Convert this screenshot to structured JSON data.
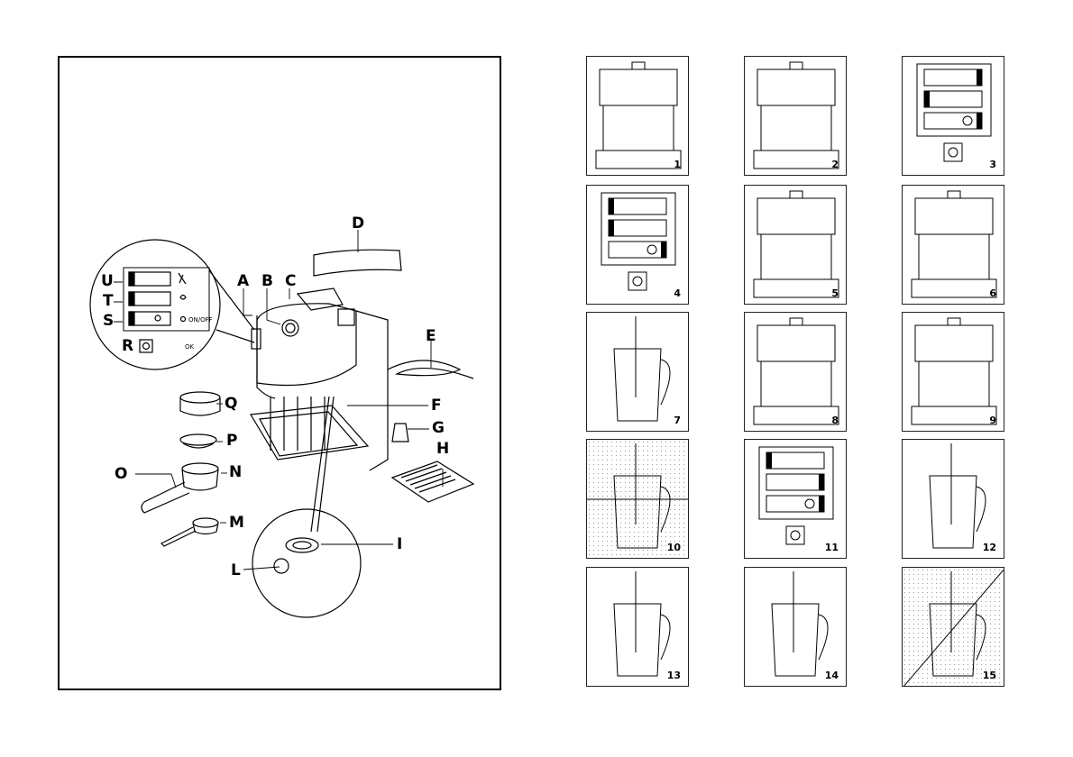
{
  "overview": {
    "part_labels": [
      "A",
      "B",
      "C",
      "D",
      "E",
      "F",
      "G",
      "H",
      "I",
      "L",
      "M",
      "N",
      "O",
      "P",
      "Q",
      "R",
      "S",
      "T",
      "U"
    ],
    "control_panel": {
      "labels": {
        "U": "U",
        "T": "T",
        "S": "S",
        "R": "R"
      },
      "captions": {
        "on_off": "ON/OFF",
        "ok": "OK"
      },
      "icons": [
        "steam-icon",
        "coffee-cup-icon",
        "power-icon",
        "ok-button-icon"
      ]
    }
  },
  "steps": [
    {
      "number": "1",
      "icon": "fill-water-tank"
    },
    {
      "number": "2",
      "icon": "lift-tank-out"
    },
    {
      "number": "3",
      "icon": "control-panel-on-light"
    },
    {
      "number": "4",
      "icon": "control-panel-flashing"
    },
    {
      "number": "5",
      "icon": "machine-dispensing-water"
    },
    {
      "number": "6",
      "icon": "attach-filter-holder"
    },
    {
      "number": "7",
      "icon": "insert-filter"
    },
    {
      "number": "8",
      "icon": "lock-filter-holder"
    },
    {
      "number": "9",
      "icon": "brew-two-cups"
    },
    {
      "number": "10",
      "icon": "tamp-and-clean"
    },
    {
      "number": "11",
      "icon": "control-panel-steam-ready"
    },
    {
      "number": "12",
      "icon": "steam-milk-jug"
    },
    {
      "number": "13",
      "icon": "froth-milk"
    },
    {
      "number": "14",
      "icon": "steam-nozzle-in-jug"
    },
    {
      "number": "15",
      "icon": "clean-steam-nozzle"
    }
  ]
}
